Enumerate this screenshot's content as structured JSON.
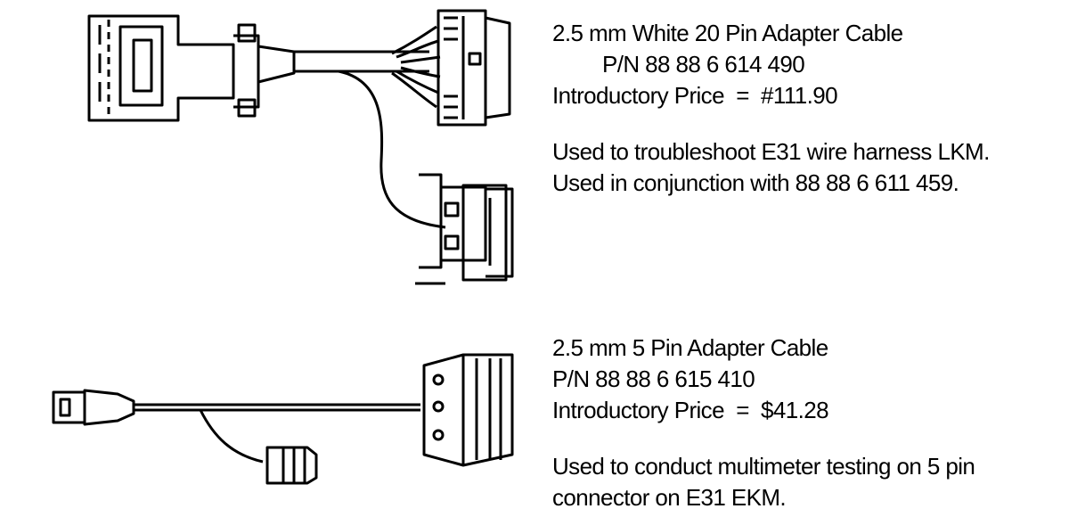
{
  "products": [
    {
      "title": "2.5 mm White 20 Pin Adapter Cable",
      "part_number": "P/N 88 88 6 614 490",
      "price": "Introductory Price  =  #111.90",
      "usage_line_1": "Used to troubleshoot E31 wire harness LKM.",
      "usage_line_2": "Used in conjunction with 88 88 6 611 459.",
      "illustration_icon": "20-pin-adapter-cable-icon"
    },
    {
      "title": "2.5 mm 5 Pin Adapter Cable",
      "part_number": "P/N 88 88 6 615 410",
      "price": "Introductory Price  =  $41.28",
      "usage_line_1": "Used to conduct multimeter testing on 5 pin",
      "usage_line_2": "connector on E31 EKM.",
      "illustration_icon": "5-pin-adapter-cable-icon"
    }
  ]
}
